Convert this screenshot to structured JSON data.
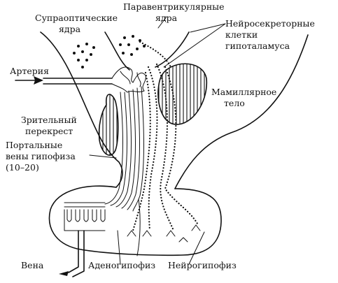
{
  "labels": {
    "supraoptic": [
      "Супраоптические",
      "ядра"
    ],
    "paraventricular": [
      "Паравентрикулярные",
      "ядра"
    ],
    "neurosecretory": [
      "Нейросекреторные",
      "клетки",
      "гипоталамуса"
    ],
    "artery": "Артерия",
    "chiasm": [
      "Зрительный",
      "перекрест"
    ],
    "mammillary": [
      "Мамиллярное",
      "тело"
    ],
    "portal": [
      "Портальные",
      "вены гипофиза",
      "(10–20)"
    ],
    "vein": "Вена",
    "adenohypophysis": "Аденогипофиз",
    "neurohypophysis": "Нейрогипофиз"
  }
}
